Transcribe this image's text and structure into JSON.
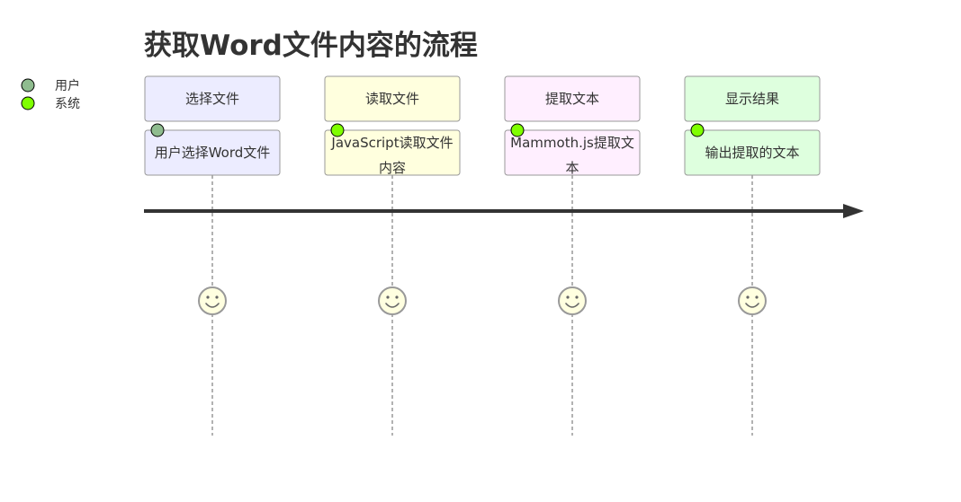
{
  "title": "获取Word文件内容的流程",
  "actors": [
    {
      "name": "用户",
      "color": "#8fbc8f"
    },
    {
      "name": "系统",
      "color": "#7fff00"
    }
  ],
  "sections": [
    {
      "label": "选择文件",
      "fill": "#ececff",
      "task": {
        "lines": [
          "用户选择Word文件"
        ],
        "actor": 0
      }
    },
    {
      "label": "读取文件",
      "fill": "#ffffde",
      "task": {
        "lines": [
          "JavaScript读取文件",
          "内容"
        ],
        "actor": 1
      }
    },
    {
      "label": "提取文本",
      "fill": "#ffefff",
      "task": {
        "lines": [
          "Mammoth.js提取文",
          "本"
        ],
        "actor": 1
      }
    },
    {
      "label": "显示结果",
      "fill": "#deffde",
      "task": {
        "lines": [
          "输出提取的文本"
        ],
        "actor": 1
      }
    }
  ],
  "colors": {
    "text": "#333333",
    "box_border": "#999999",
    "arrow": "#333333",
    "dashed_line": "#666666",
    "face_fill": "#ffffe0",
    "face_stroke": "#999999",
    "face_feature": "#666666"
  }
}
